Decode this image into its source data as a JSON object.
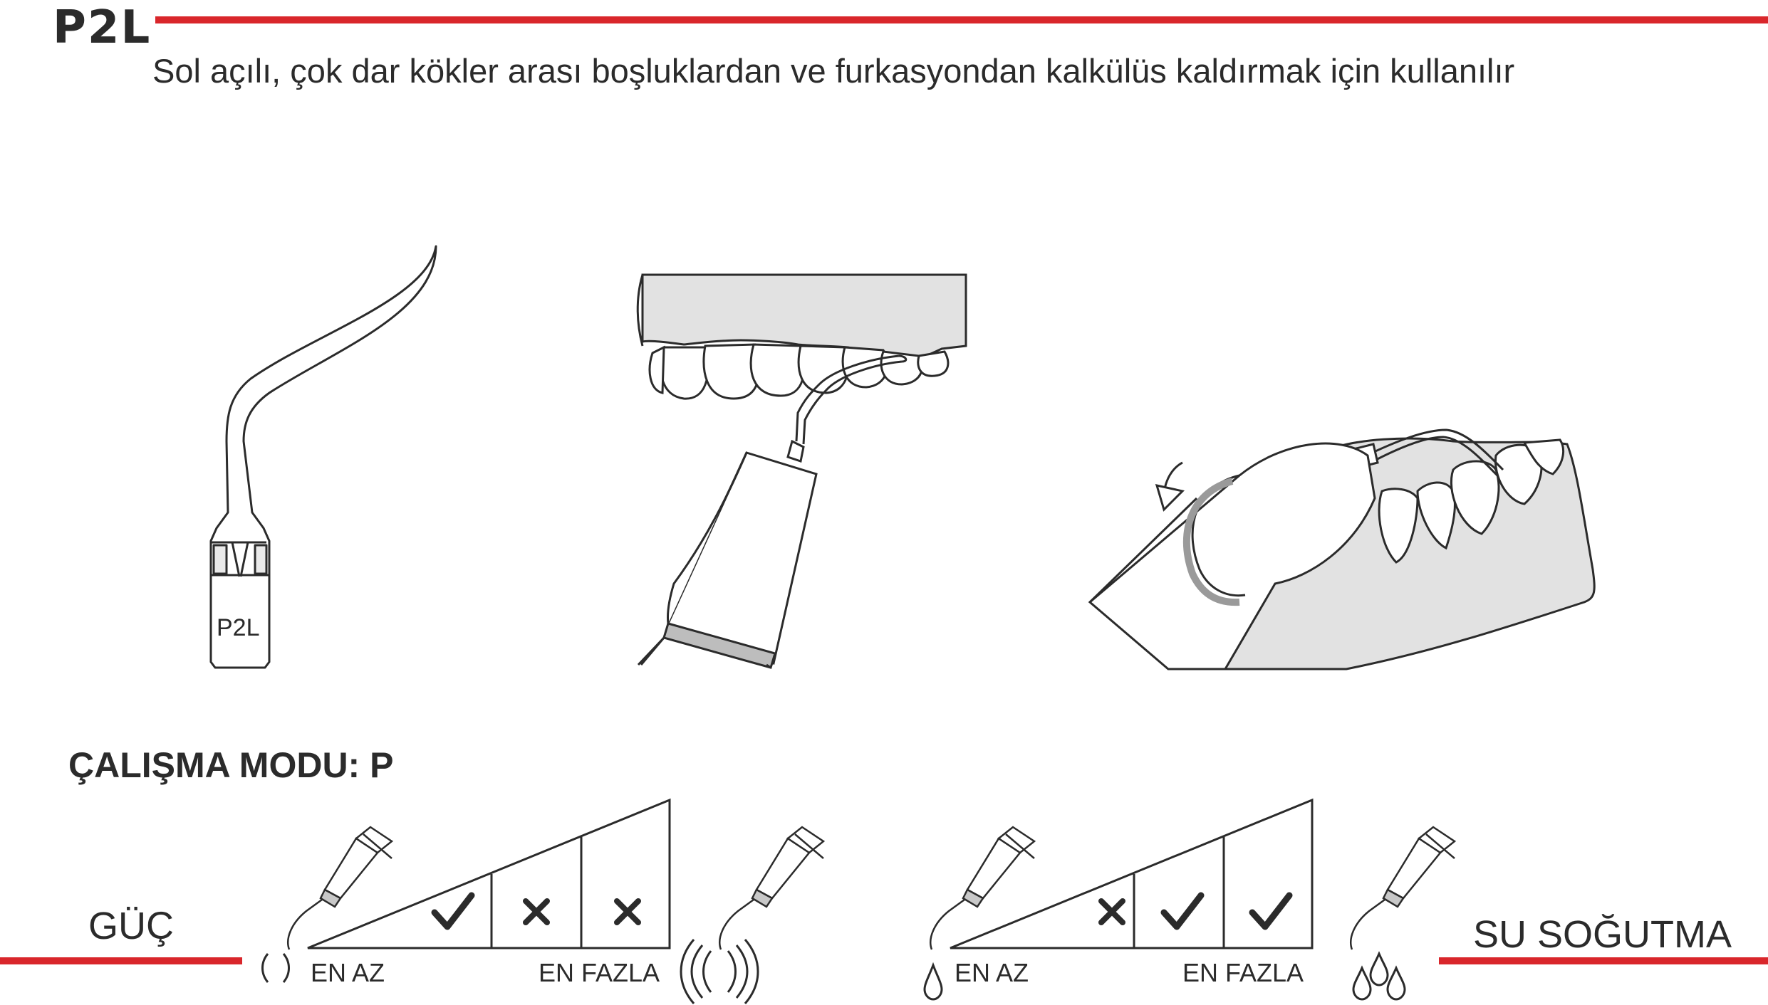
{
  "header": {
    "code": "P2L",
    "description": "Sol açılı, çok dar kökler arası boşluklardan ve furkasyondan kalkülüs kaldırmak için kullanılır"
  },
  "tip_label": "P2L",
  "mode": {
    "text": "ÇALIŞMA MODU: P"
  },
  "power": {
    "label": "GÜÇ",
    "min_label": "EN AZ",
    "max_label": "EN FAZLA",
    "levels": [
      "check",
      "cross",
      "cross"
    ]
  },
  "water": {
    "label": "SU SOĞUTMA",
    "min_label": "EN AZ",
    "max_label": "EN FAZLA",
    "levels": [
      "cross",
      "check",
      "check"
    ]
  },
  "colors": {
    "accent": "#d9262b",
    "ink": "#2b2b2b",
    "gum": "#e2e2e2"
  }
}
